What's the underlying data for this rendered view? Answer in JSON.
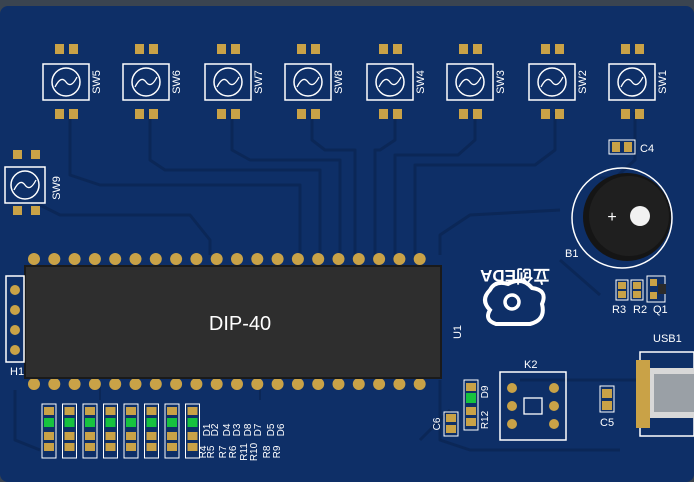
{
  "board": {
    "colors": {
      "substrate": "#0e2f67",
      "trace": "#0b2757",
      "pad_gold": "#c9a247",
      "silkscreen": "#ffffff",
      "ic_body": "#2e2e2e",
      "led_green": "#16c23f"
    },
    "switches": [
      "SW5",
      "SW6",
      "SW7",
      "SW8",
      "SW4",
      "SW3",
      "SW2",
      "SW1"
    ],
    "switch_left": "SW9",
    "ic_label": "DIP-40",
    "ic_ref": "U1",
    "header_ref": "H1",
    "buzzer_ref": "B1",
    "buzzer_symbol": "+",
    "capacitors": {
      "c4": "C4",
      "c5": "C5",
      "c6": "C6"
    },
    "transistor_group": [
      "R3",
      "R2",
      "Q1"
    ],
    "connector_ref": "K2",
    "usb_ref": "USB1",
    "led_block": {
      "top_labels": [
        "D1",
        "D2",
        "D4",
        "D3",
        "D8",
        "D7",
        "D5",
        "D6"
      ],
      "bottom_labels": [
        "R4",
        "R5",
        "R7",
        "R6",
        "R11",
        "R10",
        "R8",
        "R9"
      ]
    },
    "d9": [
      "R12",
      "D9"
    ],
    "logo_text": "立创EDA"
  }
}
